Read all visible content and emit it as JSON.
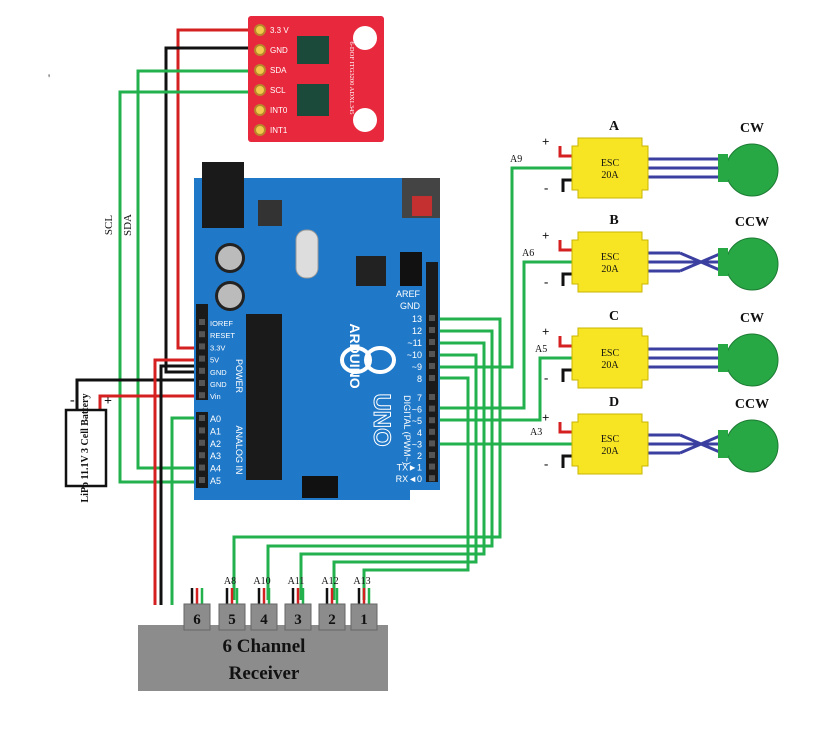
{
  "colors": {
    "wire_green": "#22b14c",
    "wire_red": "#d42020",
    "wire_black": "#111111",
    "wire_blue": "#3a3fa0",
    "arduino_blue": "#1f78c8",
    "imu_red": "#e8283c",
    "esc_yellow": "#f7e423",
    "motor_green": "#27a844",
    "receiver_gray": "#8c8c8c"
  },
  "imu": {
    "pins": [
      "3.3 V",
      "GND",
      "SDA",
      "SCL",
      "INT0",
      "INT1"
    ],
    "chip_text": "6-DOF ITG3200 ADXL345"
  },
  "wire_labels": {
    "scl": "SCL",
    "sda": "SDA"
  },
  "battery": {
    "label": "LiPo 11.1V 3 Cell Battery",
    "minus": "-",
    "plus": "+"
  },
  "arduino": {
    "brand": "ARDUINO",
    "model": "UNO",
    "aref": "AREF",
    "gnd": "GND",
    "digital_pins": [
      "13",
      "12",
      "~11",
      "~10",
      "~9",
      "8",
      "7",
      "~6",
      "~5",
      "4",
      "~3",
      "2",
      "TX►1",
      "RX◄0"
    ],
    "digital_label": "DIGITAL (PWM~)",
    "power_pins": [
      "IOREF",
      "RESET",
      "3.3V",
      "5V",
      "GND",
      "GND",
      "Vin"
    ],
    "power_label": "POWER",
    "analog_pins": [
      "A0",
      "A1",
      "A2",
      "A3",
      "A4",
      "A5"
    ],
    "analog_label": "ANALOG IN"
  },
  "escs": [
    {
      "id": "A",
      "body": "ESC 20A",
      "signal": "A9",
      "plus": "+",
      "minus": "-",
      "rotation": "CW"
    },
    {
      "id": "B",
      "body": "ESC 20A",
      "signal": "A6",
      "plus": "+",
      "minus": "-",
      "rotation": "CCW"
    },
    {
      "id": "C",
      "body": "ESC 20A",
      "signal": "A5",
      "plus": "+",
      "minus": "-",
      "rotation": "CW"
    },
    {
      "id": "D",
      "body": "ESC 20A",
      "signal": "A3",
      "plus": "+",
      "minus": "-",
      "rotation": "CCW"
    }
  ],
  "receiver": {
    "title_line1": "6 Channel",
    "title_line2": "Receiver",
    "channels": [
      "6",
      "5",
      "4",
      "3",
      "2",
      "1"
    ],
    "channel_signals": [
      "",
      "A8",
      "A10",
      "A11",
      "A12",
      "A13"
    ]
  },
  "misc_mark": "'"
}
